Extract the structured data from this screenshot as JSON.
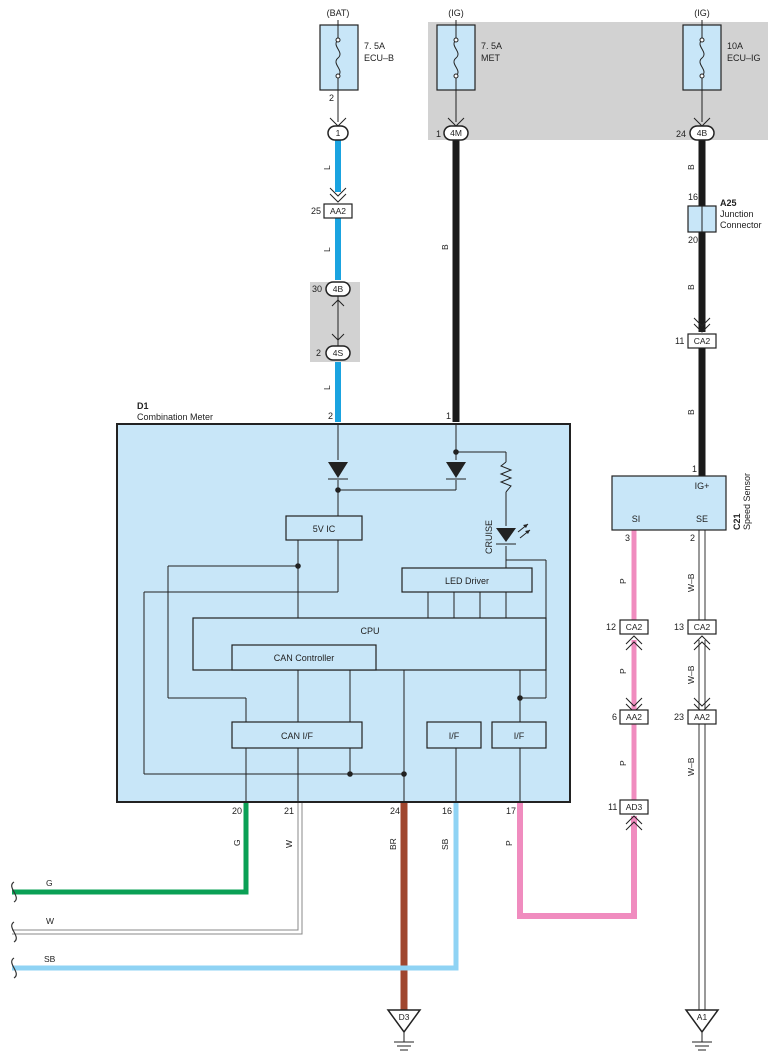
{
  "sources": {
    "bat": "(BAT)",
    "ig1": "(IG)",
    "ig2": "(IG)"
  },
  "fuses": {
    "ecub_amp": "7. 5A",
    "ecub_name": "ECU–B",
    "met_amp": "7. 5A",
    "met_name": "MET",
    "ecuig_amp": "10A",
    "ecuig_name": "ECU–IG"
  },
  "connectors": {
    "c1": "1",
    "c4m": "4M",
    "c4b_top": "4B",
    "aa2_a": "AA2",
    "c4b_mid": "4B",
    "c4s": "4S",
    "ca2_a": "CA2",
    "ca2_b": "CA2",
    "ca2_c": "CA2",
    "aa2_b": "AA2",
    "aa2_c": "AA2",
    "ad3": "AD3"
  },
  "pins": {
    "p2_fuse": "2",
    "p1_4m": "1",
    "p24_4b": "24",
    "p25_aa2": "25",
    "p16_a25": "16",
    "p20_a25": "20",
    "p30_4b": "30",
    "p2_4s": "2",
    "p11_ca2": "11",
    "p2_meter": "2",
    "p1_meter": "1",
    "p1_sensor": "1",
    "p3_si": "3",
    "p2_se": "2",
    "p12_ca2": "12",
    "p13_ca2": "13",
    "p6_aa2": "6",
    "p23_aa2": "23",
    "p11_ad3": "11",
    "p20_bot": "20",
    "p21_bot": "21",
    "p24_bot": "24",
    "p16_bot": "16",
    "p17_bot": "17"
  },
  "wires": {
    "l1": "L",
    "l2": "L",
    "l3": "L",
    "b_mid": "B",
    "b_r1": "B",
    "b_r2": "B",
    "b_r3": "B",
    "p1": "P",
    "p2": "P",
    "p3": "P",
    "wb1": "W–B",
    "wb2": "W–B",
    "wb3": "W–B",
    "g": "G",
    "w": "W",
    "br": "BR",
    "sb": "SB",
    "p_bot": "P",
    "g_left": "G",
    "w_left": "W",
    "sb_left": "SB"
  },
  "components": {
    "d1_code": "D1",
    "d1_name": "Combination Meter",
    "a25_code": "A25",
    "a25_line1": "Junction",
    "a25_line2": "Connector",
    "c21_code": "C21",
    "c21_name": "Speed Sensor",
    "ig_plus": "IG+",
    "si": "SI",
    "se": "SE",
    "ic5v": "5V IC",
    "cruise": "CRUISE",
    "led_driver": "LED Driver",
    "cpu": "CPU",
    "can_controller": "CAN Controller",
    "can_if": "CAN I/F",
    "if1": "I/F",
    "if2": "I/F"
  },
  "grounds": {
    "d3": "D3",
    "a1": "A1"
  },
  "colors": {
    "wire_l": "#1aa3e0",
    "wire_b": "#1a1a1a",
    "wire_p": "#f08cbf",
    "wire_g": "#0aa055",
    "wire_br": "#a0462e",
    "wire_sb": "#8fd3f4",
    "wire_w": "#aaaaaa",
    "box_fill": "#c8e6f8",
    "shade": "#d2d2d2"
  }
}
